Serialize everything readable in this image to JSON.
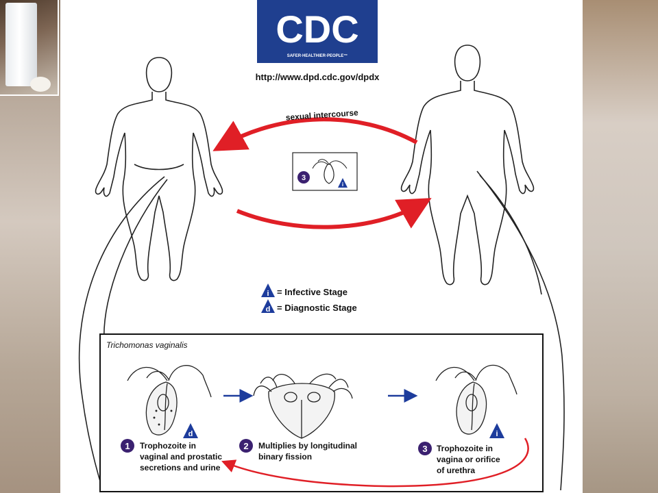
{
  "logo": {
    "text": "CDC",
    "tagline": "SAFER·HEALTHIER·PEOPLE™",
    "color": "#1f3f8f"
  },
  "url": "http://www.dpd.cdc.gov/dpdx",
  "top_arrow_label": "sexual intercourse",
  "inset_stage_number": "3",
  "legend": {
    "infective_symbol": "i",
    "infective_label": "= Infective Stage",
    "diagnostic_symbol": "d",
    "diagnostic_label": "= Diagnostic Stage"
  },
  "box": {
    "title": "Trichomonas vaginalis",
    "stages": [
      {
        "num": "1",
        "symbol": "d",
        "lines": [
          "Trophozoite in",
          "vaginal and prostatic",
          "secretions and urine"
        ]
      },
      {
        "num": "2",
        "symbol": "",
        "lines": [
          "Multiplies by longitudinal",
          "binary fission"
        ]
      },
      {
        "num": "3",
        "symbol": "i",
        "lines": [
          "Trophozoite in",
          "vagina or orifice",
          "of urethra"
        ]
      }
    ]
  },
  "colors": {
    "arrow_red": "#e01f26",
    "stage_purple": "#3b2170",
    "symbol_blue": "#1d3c9c"
  }
}
